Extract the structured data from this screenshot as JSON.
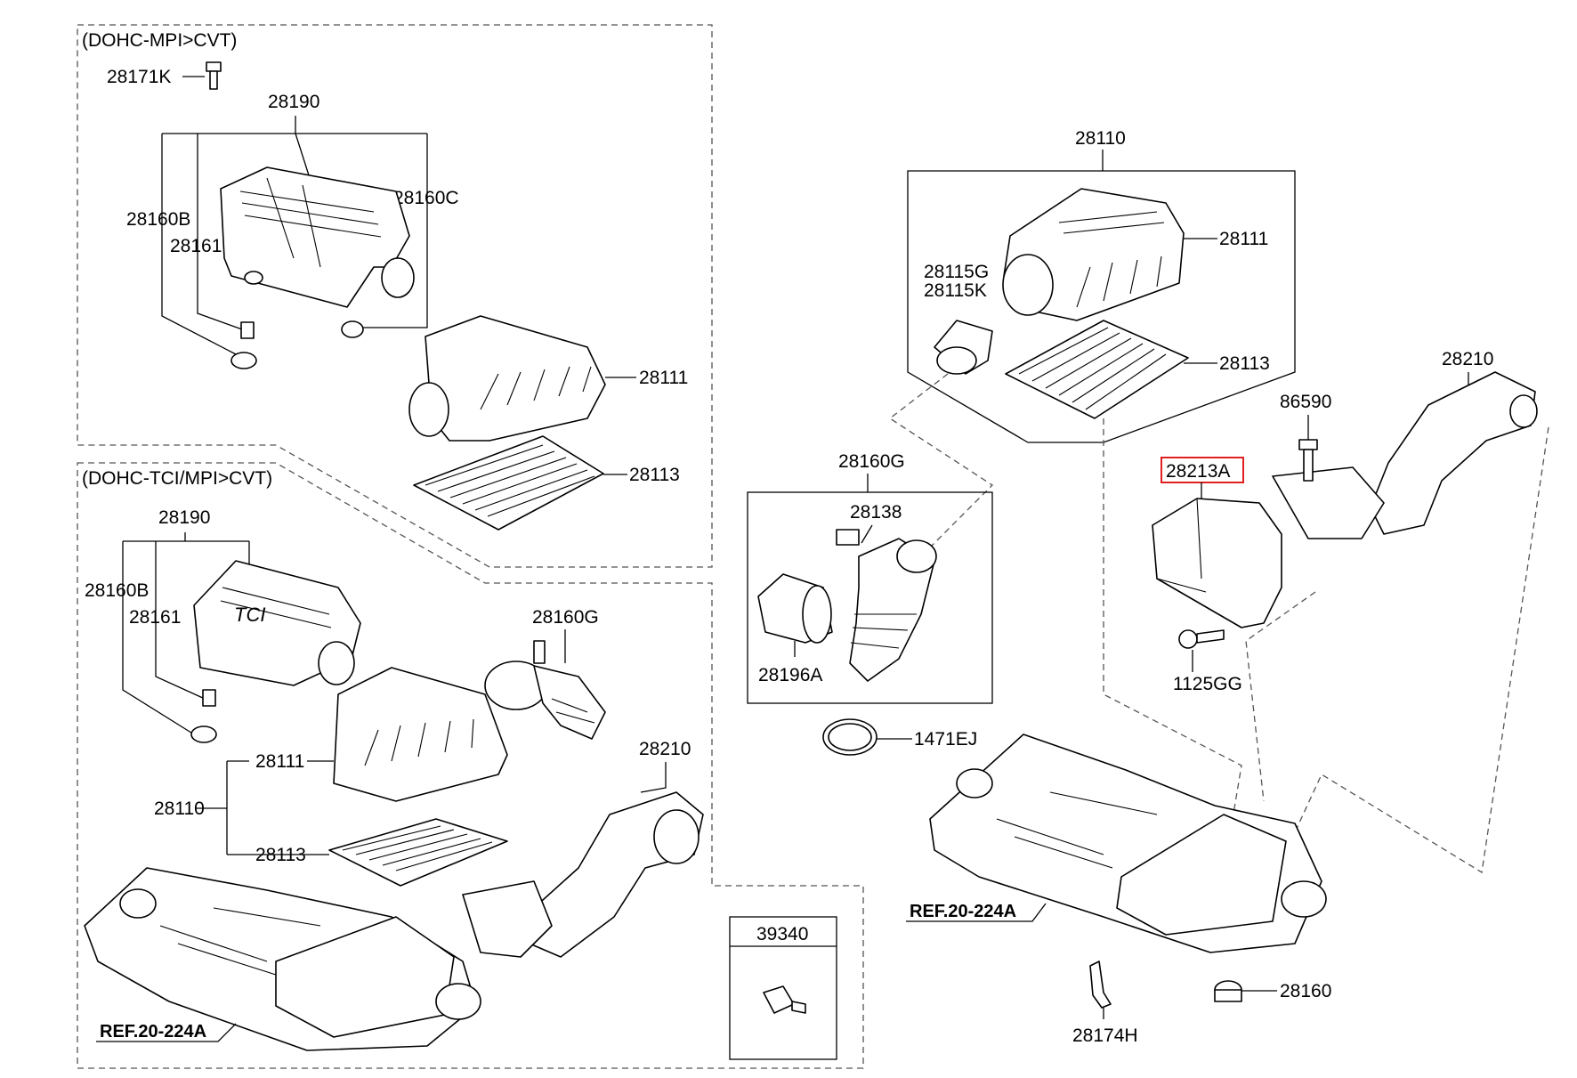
{
  "sections": {
    "top_left_title": "(DOHC-MPI>CVT)",
    "bottom_left_title": "(DOHC-TCI/MPI>CVT)"
  },
  "labels": {
    "p28171K": "28171K",
    "p28190_a": "28190",
    "p28160B_a": "28160B",
    "p28161_a": "28161",
    "p28160C": "28160C",
    "p28111_a": "28111",
    "p28113_a": "28113",
    "p28190_b": "28190",
    "p28160B_b": "28160B",
    "p28161_b": "28161",
    "p28160G_b": "28160G",
    "p28111_b": "28111",
    "p28110_b": "28110",
    "p28113_b": "28113",
    "p28210_b": "28210",
    "ref_left": "REF.20-224A",
    "p39340": "39340",
    "p28110": "28110",
    "p28111_c": "28111",
    "p28115G": "28115G",
    "p28115K": "28115K",
    "p28113_c": "28113",
    "p28210_c": "28210",
    "p86590": "86590",
    "p28213A": "28213A",
    "p1125GG": "1125GG",
    "p28160G_c": "28160G",
    "p28138": "28138",
    "p28196A": "28196A",
    "p1471EJ": "1471EJ",
    "ref_right": "REF.20-224A",
    "p28160": "28160",
    "p28174H": "28174H"
  },
  "highlight": {
    "part": "28213A",
    "color": "#e02020"
  }
}
